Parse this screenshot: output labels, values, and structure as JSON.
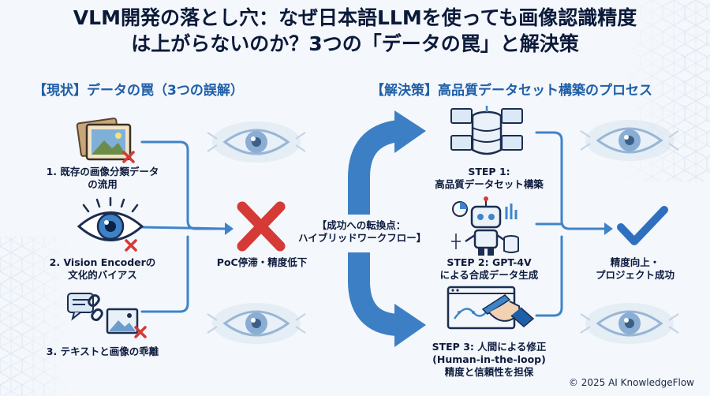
{
  "title": {
    "line1": "VLM開発の落とし穴：なぜ日本語LLMを使っても画像認識精度",
    "line2": "は上がらないのか？3つの「データの罠」と解決策"
  },
  "left_section": {
    "heading": "【現状】データの罠（3つの誤解）",
    "items": [
      {
        "line1": "1. 既存の画像分類データ",
        "line2": "の流用"
      },
      {
        "line1": "2. Vision Encoderの",
        "line2": "文化的バイアス"
      },
      {
        "line1": "3. テキストと画像の乖離",
        "line2": ""
      }
    ],
    "result": "PoC停滞・精度低下"
  },
  "turning_point": {
    "line1": "【成功への転換点：",
    "line2": "ハイブリッドワークフロー】"
  },
  "right_section": {
    "heading": "【解決策】高品質データセット構築のプロセス",
    "steps": [
      {
        "line1": "STEP 1:",
        "line2": "高品質データセット構築",
        "line3": ""
      },
      {
        "line1": "STEP 2:  GPT-4V",
        "line2": "による合成データ生成",
        "line3": ""
      },
      {
        "line1": "STEP 3: 人間による修正",
        "line2": "(Human-in-the-loop)",
        "line3": "精度と信頼性を担保"
      }
    ],
    "result": {
      "line1": "精度向上・",
      "line2": "プロジェクト成功"
    }
  },
  "copyright": "© 2025 AI KnowledgeFlow",
  "colors": {
    "primary": "#1f5fa8",
    "flow": "#3f84c9",
    "red": "#d63a36",
    "navy": "#0d1b3d",
    "eye_bg": "#a9c3de"
  }
}
